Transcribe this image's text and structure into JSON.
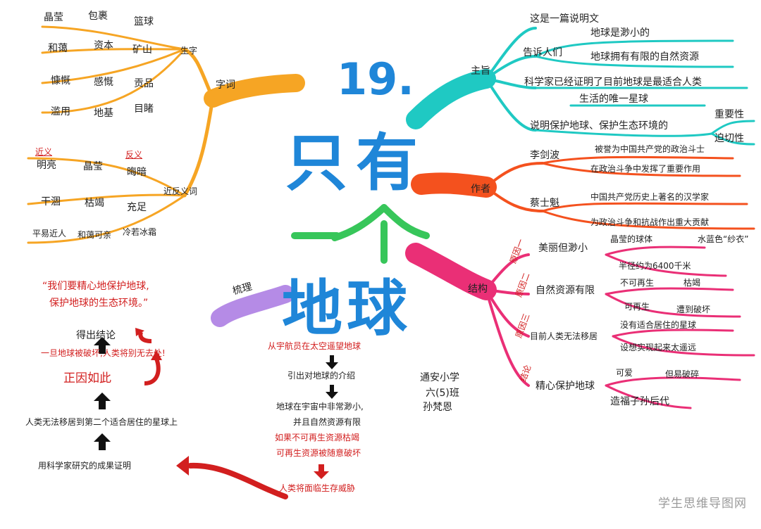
{
  "title": {
    "number": "19.",
    "line1a": "只",
    "line1b": "有",
    "line2a": "一",
    "line2b": "个",
    "line3": "地球"
  },
  "branches": {
    "ciyu": "字词",
    "shengzi": "生字",
    "jinfanyi": "近反义词",
    "shuli": "梳理",
    "zhuzhi": "主旨",
    "zuozhe": "作者",
    "jiegou": "结构"
  },
  "shengzi_words": [
    "晶莹",
    "包裹",
    "篮球",
    "和蔼",
    "资本",
    "矿山",
    "慷慨",
    "感慨",
    "贡品",
    "滥用",
    "地基",
    "目睹"
  ],
  "jinfanyi": {
    "jinyi_label": "近义",
    "fanyi_label": "反义",
    "words": [
      "明亮",
      "晶莹",
      "晦暗",
      "干涸",
      "枯竭",
      "充足",
      "平易近人",
      "和蔼可亲",
      "冷若冰霜"
    ]
  },
  "zhuzhi": {
    "intro": "这是一篇说明文",
    "tell": "告诉人们",
    "tell1": "地球是渺小的",
    "tell2": "地球拥有有限的自然资源",
    "sci1": "科学家已经证明了目前地球是最适合人类",
    "sci2": "生活的唯一星球",
    "protect": "说明保护地球、保护生态环境的",
    "importance": "重要性",
    "urgency": "迫切性"
  },
  "zuozhe": {
    "a1": "李剑波",
    "a1_d1": "被誉为中国共产党的政治斗士",
    "a1_d2": "在政治斗争中发挥了重要作用",
    "a2": "蔡士魁",
    "a2_d1": "中国共产党历史上著名的汉学家",
    "a2_d2": "为政治斗争和抗战作出重大贡献"
  },
  "jiegou": {
    "r1_tag": "原因一",
    "r1": "美丽但渺小",
    "r1a": "晶莹的球体",
    "r1b": "水蓝色“纱衣”",
    "r1c": "半径约为6400千米",
    "r2_tag": "原因二",
    "r2": "自然资源有限",
    "r2a": "不可再生",
    "r2b": "枯竭",
    "r2c": "可再生",
    "r2d": "遭到破坏",
    "r3_tag": "原因三",
    "r3": "目前人类无法移居",
    "r3a": "没有适合居住的星球",
    "r3b": "设想实现起来太遥远",
    "c_tag": "结论",
    "c": "精心保护地球",
    "ca": "可爱",
    "cb": "但易破碎",
    "cc": "造福子孙后代"
  },
  "flow": {
    "f1": "从宇航员在太空遥望地球",
    "f2": "引出对地球的介绍",
    "f3a": "地球在宇宙中非常渺小,",
    "f3b": "并且自然资源有限",
    "f4a": "如果不可再生资源枯竭",
    "f4b": "可再生资源被随意破坏",
    "f5": "人类将面临生存威胁",
    "g1": "用科学家研究的成果证明",
    "g2": "人类无法移居到第二个适合居住的星球上",
    "g3": "正因如此",
    "g4": "一旦地球被破坏,人类将别无去处!",
    "g5": "得出结论",
    "q1": "“我们要精心地保护地球,",
    "q2": "保护地球的生态环境。”"
  },
  "author": {
    "school": "通安小学",
    "class": "六(5)班",
    "name": "孙梵恩"
  },
  "watermark": "学生思维导图网",
  "colors": {
    "orange": "#f6a524",
    "cyan": "#1fc9c3",
    "redorange": "#f4511e",
    "pink": "#ea2f76",
    "purple": "#b58be6",
    "blue": "#1f86d8",
    "green": "#37c65a",
    "red": "#d21f1f"
  }
}
